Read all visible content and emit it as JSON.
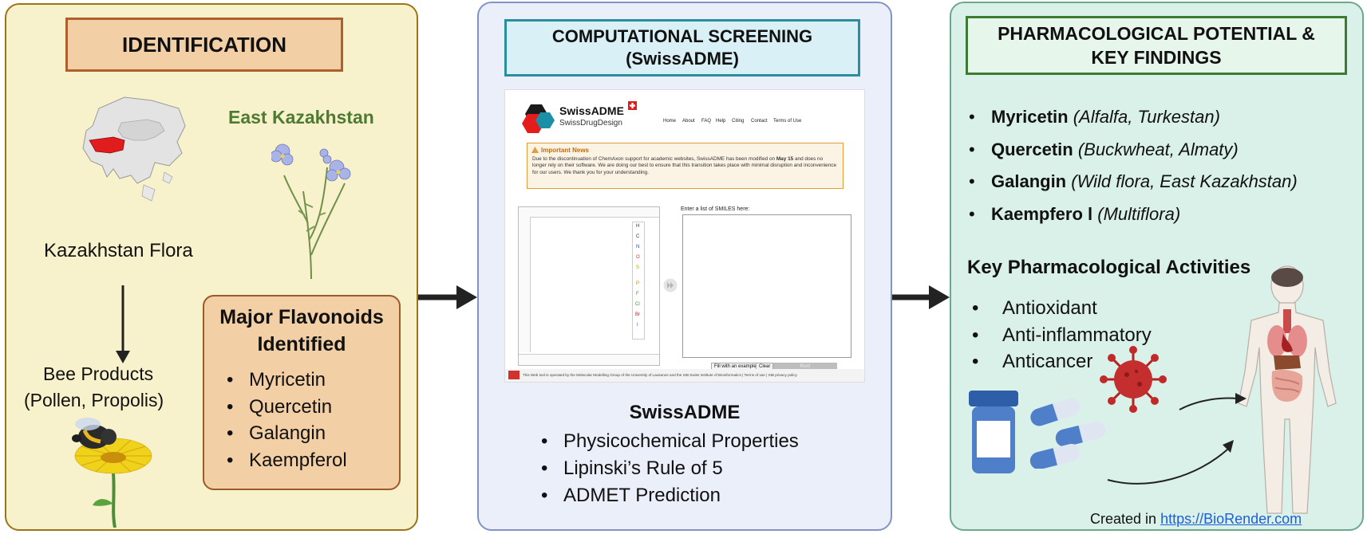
{
  "panel1": {
    "title": "IDENTIFICATION",
    "region": "East Kazakhstan",
    "flora_label": "Kazakhstan Flora",
    "bee_label_line1": "Bee Products",
    "bee_label_line2": "(Pollen, Propolis)",
    "flavonoids_title_line1": "Major Flavonoids",
    "flavonoids_title_line2": "Identified",
    "flavonoids": [
      "Myricetin",
      "Quercetin",
      "Galangin",
      "Kaempferol"
    ]
  },
  "panel2": {
    "title_line1": "COMPUTATIONAL SCREENING",
    "title_line2": "(SwissADME)",
    "tool_name": "SwissADME",
    "features": [
      "Physicochemical Properties",
      "Lipinski’s Rule of 5",
      "ADMET Prediction"
    ],
    "screenshot": {
      "logo_title": "SwissADME",
      "logo_subtitle": "SwissDrugDesign",
      "nav": [
        "Home",
        "About",
        "FAQ",
        "Help",
        "Citing",
        "Contact",
        "Terms of Use"
      ],
      "news_title": "Important News",
      "news_text_before": "Due to the discontinuation of ChemAxon support for academic websites, SwissADME has been modified on ",
      "news_date": "May 15",
      "news_text_after": " and does no longer rely on their software. We are doing our best to ensure that this transition takes place with minimal disruption and inconvenience for our users. We thank you for your understanding.",
      "smiles_label": "Enter a list of SMILES here:",
      "element_buttons": [
        "H",
        "C",
        "N",
        "O",
        "S",
        "P",
        "F",
        "Cl",
        "Br",
        "I"
      ],
      "fill_button": "Fill with an example",
      "clear_button": "Clear",
      "run_button": "Run!",
      "footer_text": "This Web tool is operated by the Molecular Modelling Group of the University of Lausanne and the SIB Swiss Institute of Bioinformatics | Terms of use | SIB privacy policy"
    }
  },
  "panel3": {
    "title_line1": "PHARMACOLOGICAL POTENTIAL &",
    "title_line2": "KEY FINDINGS",
    "findings": [
      {
        "compound": "Myricetin",
        "source": "(Alfalfa, Turkestan)"
      },
      {
        "compound": "Quercetin",
        "source": "(Buckwheat, Almaty)"
      },
      {
        "compound": "Galangin",
        "source": "(Wild flora, East Kazakhstan)"
      },
      {
        "compound": "Kaempfero l",
        "source": "(Multiflora)"
      }
    ],
    "activities_title": "Key Pharmacological Activities",
    "activities": [
      "Antioxidant",
      "Anti-inflammatory",
      "Anticancer"
    ]
  },
  "credit": {
    "prefix": "Created in ",
    "link": "https://BioRender.com"
  },
  "colors": {
    "panel1_bg": "#f7f2cc",
    "panel1_border": "#9c7418",
    "panel2_bg": "#eaeff9",
    "panel2_border": "#8293c4",
    "panel3_bg": "#daf1e9",
    "panel3_border": "#6da88c",
    "east_kazakhstan_text": "#4e7a33",
    "link": "#1f5fd6"
  },
  "icons": [
    "world-map-icon",
    "flax-flower-icon",
    "bee-on-flower-icon",
    "swissadme-logo-icon",
    "swiss-flag-icon",
    "warning-icon",
    "forward-arrow-icon",
    "pill-bottle-icon",
    "capsule-icon",
    "virus-icon",
    "human-body-icon",
    "flow-arrow-icon"
  ]
}
